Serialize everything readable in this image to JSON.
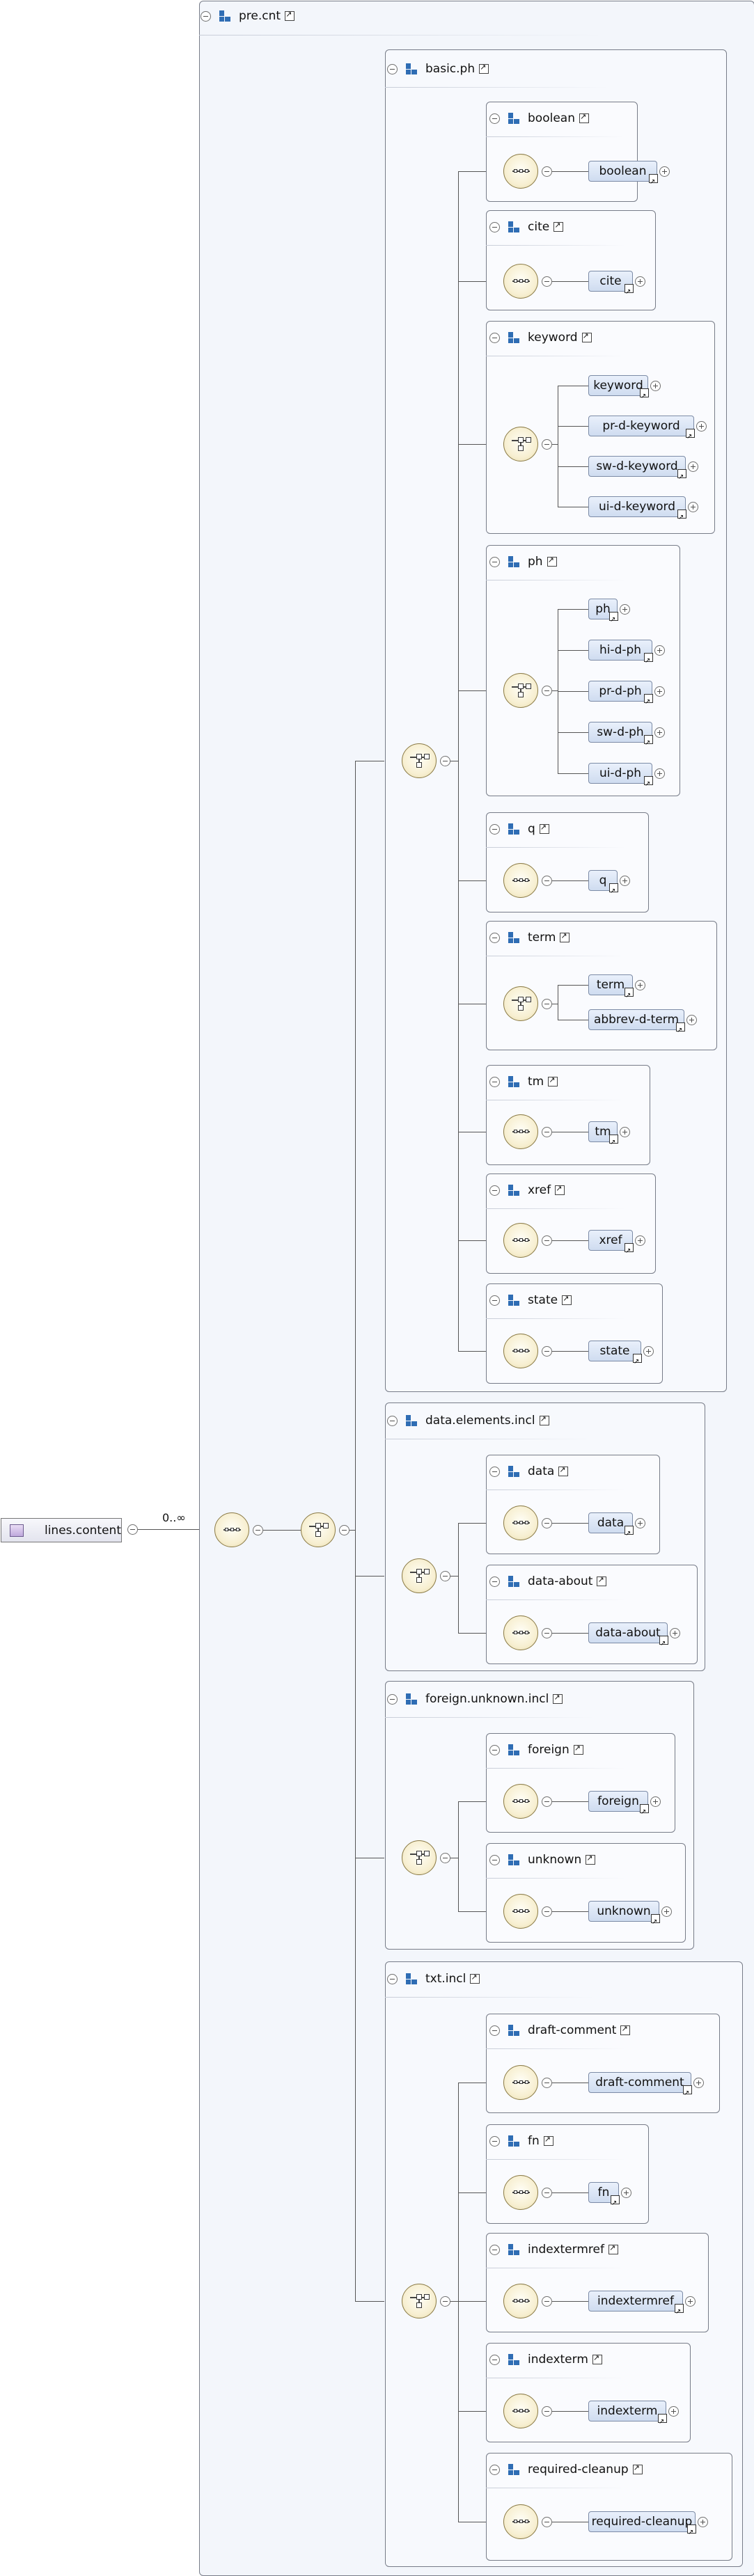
{
  "diagram": {
    "root_element": "lines.content",
    "occurrence": "0..∞",
    "outer_group": "pre.cnt",
    "groups": [
      {
        "name": "basic.ph",
        "items": [
          {
            "name": "boolean",
            "elements": [
              "boolean"
            ]
          },
          {
            "name": "cite",
            "elements": [
              "cite"
            ]
          },
          {
            "name": "keyword",
            "elements": [
              "keyword",
              "pr-d-keyword",
              "sw-d-keyword",
              "ui-d-keyword"
            ]
          },
          {
            "name": "ph",
            "elements": [
              "ph",
              "hi-d-ph",
              "pr-d-ph",
              "sw-d-ph",
              "ui-d-ph"
            ]
          },
          {
            "name": "q",
            "elements": [
              "q"
            ]
          },
          {
            "name": "term",
            "elements": [
              "term",
              "abbrev-d-term"
            ]
          },
          {
            "name": "tm",
            "elements": [
              "tm"
            ]
          },
          {
            "name": "xref",
            "elements": [
              "xref"
            ]
          },
          {
            "name": "state",
            "elements": [
              "state"
            ]
          }
        ]
      },
      {
        "name": "data.elements.incl",
        "items": [
          {
            "name": "data",
            "elements": [
              "data"
            ]
          },
          {
            "name": "data-about",
            "elements": [
              "data-about"
            ]
          }
        ]
      },
      {
        "name": "foreign.unknown.incl",
        "items": [
          {
            "name": "foreign",
            "elements": [
              "foreign"
            ]
          },
          {
            "name": "unknown",
            "elements": [
              "unknown"
            ]
          }
        ]
      },
      {
        "name": "txt.incl",
        "items": [
          {
            "name": "draft-comment",
            "elements": [
              "draft-comment"
            ]
          },
          {
            "name": "fn",
            "elements": [
              "fn"
            ]
          },
          {
            "name": "indextermref",
            "elements": [
              "indextermref"
            ]
          },
          {
            "name": "indexterm",
            "elements": [
              "indexterm"
            ]
          },
          {
            "name": "required-cleanup",
            "elements": [
              "required-cleanup"
            ]
          }
        ]
      }
    ]
  }
}
